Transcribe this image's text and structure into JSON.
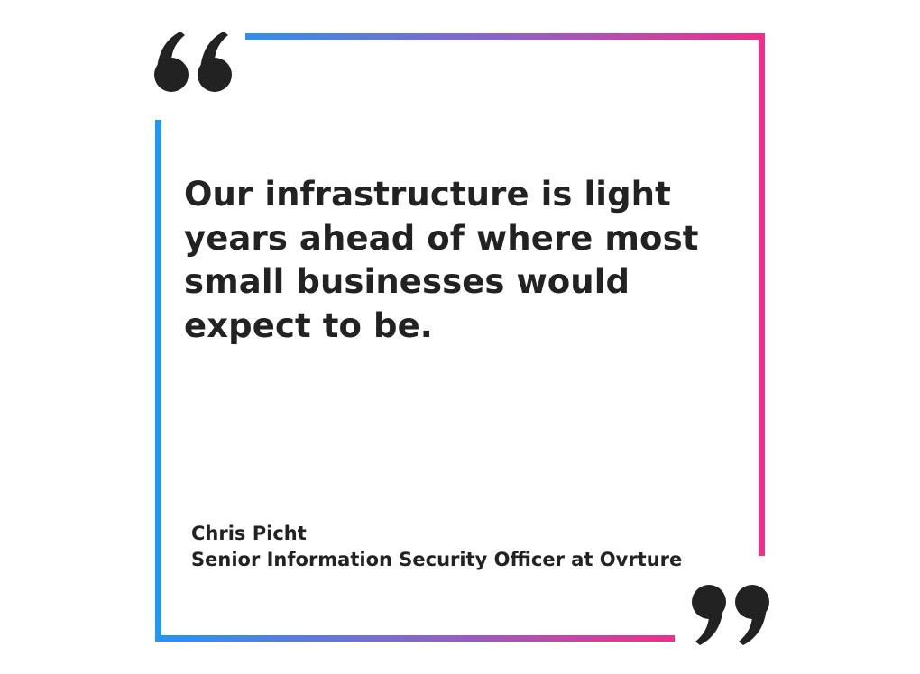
{
  "quote": {
    "text": "Our infrastructure is light years ahead of where most small businesses would expect to be.",
    "lines": [
      "Our infrastructure is light",
      "years ahead of where most",
      "small businesses would",
      "expect to be."
    ]
  },
  "author": {
    "name": "Chris Picht",
    "title": "Senior Information Security Officer at Ovrture"
  },
  "icons": {
    "open": "opening-quotation-mark-icon",
    "close": "closing-quotation-mark-icon"
  },
  "colors": {
    "text": "#222222",
    "quote_mark": "#222222",
    "gradient_start": "#2196f3",
    "gradient_mid": "#8f62c8",
    "gradient_end": "#ee2f8c"
  }
}
